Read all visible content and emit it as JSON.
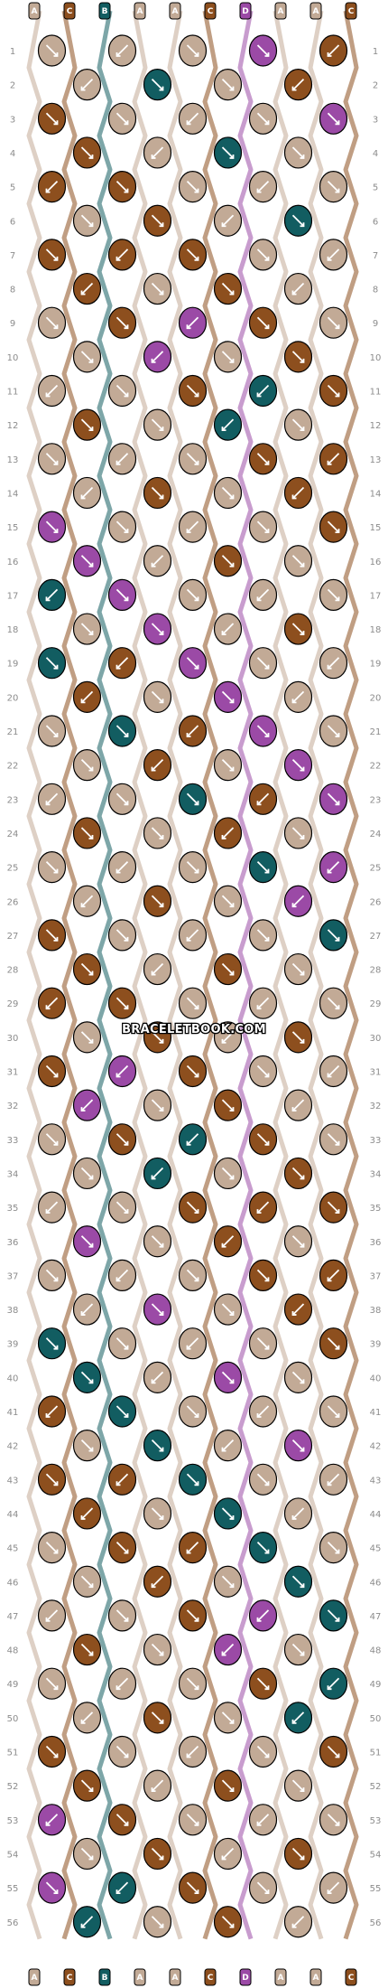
{
  "site": {
    "watermark": "BRACELETBOOK.COM"
  },
  "strands": {
    "top_labels": [
      "A",
      "C",
      "B",
      "A",
      "A",
      "C",
      "D",
      "A",
      "A",
      "C"
    ],
    "bottom_labels": [
      "A",
      "C",
      "B",
      "A",
      "A",
      "C",
      "D",
      "A",
      "A",
      "C"
    ],
    "colors": {
      "A": "#c2aa96",
      "B": "#125d61",
      "C": "#8d4f1e",
      "D": "#9b4aa6"
    }
  },
  "rows": {
    "count": 56,
    "labels": [
      "1",
      "2",
      "3",
      "4",
      "5",
      "6",
      "7",
      "8",
      "9",
      "10",
      "11",
      "12",
      "13",
      "14",
      "15",
      "16",
      "17",
      "18",
      "19",
      "20",
      "21",
      "22",
      "23",
      "24",
      "25",
      "26",
      "27",
      "28",
      "29",
      "30",
      "31",
      "32",
      "33",
      "34",
      "35",
      "36",
      "37",
      "38",
      "39",
      "40",
      "41",
      "42",
      "43",
      "44",
      "45",
      "46",
      "47",
      "48",
      "49",
      "50",
      "51",
      "52",
      "53",
      "54",
      "55",
      "56"
    ]
  },
  "icons": {
    "knot_arrow": "diagonal-arrow-icon"
  }
}
